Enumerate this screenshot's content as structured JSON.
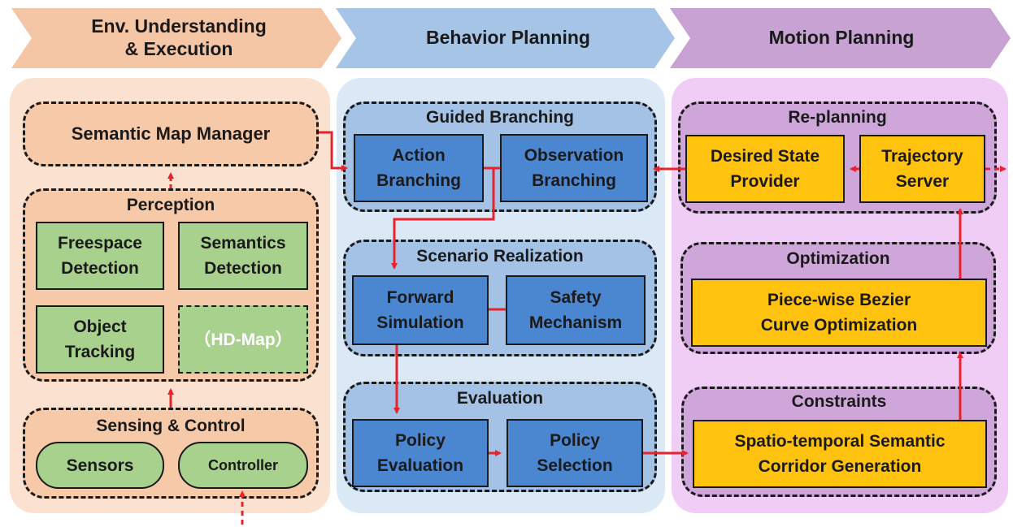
{
  "headers": {
    "env": "Env. Understanding\n& Execution",
    "behavior": "Behavior Planning",
    "motion": "Motion Planning"
  },
  "env": {
    "semantic_map_manager": "Semantic Map Manager",
    "perception": {
      "title": "Perception",
      "freespace": "Freespace\nDetection",
      "semantics": "Semantics\nDetection",
      "object_tracking": "Object\nTracking",
      "hd_map": "（HD-Map）"
    },
    "sensing_control": {
      "title": "Sensing & Control",
      "sensors": "Sensors",
      "controller": "Controller"
    }
  },
  "behavior": {
    "guided_branching": {
      "title": "Guided Branching",
      "action": "Action\nBranching",
      "observation": "Observation\nBranching"
    },
    "scenario_realization": {
      "title": "Scenario Realization",
      "forward": "Forward\nSimulation",
      "safety": "Safety\nMechanism"
    },
    "evaluation": {
      "title": "Evaluation",
      "policy_eval": "Policy\nEvaluation",
      "policy_select": "Policy\nSelection"
    }
  },
  "motion": {
    "replanning": {
      "title": "Re-planning",
      "desired": "Desired State\nProvider",
      "trajectory": "Trajectory\nServer"
    },
    "optimization": {
      "title": "Optimization",
      "bezier": "Piece-wise Bezier\nCurve Optimization"
    },
    "constraints": {
      "title": "Constraints",
      "corridor": "Spatio-temporal Semantic\nCorridor Generation"
    }
  },
  "colors": {
    "env_header": "#f4c6a6",
    "env_bg": "#fbe1cf",
    "env_group": "#f6caa9",
    "behavior_header": "#a6c5e6",
    "behavior_bg": "#dbe8f5",
    "behavior_group": "#a4c2e6",
    "motion_header": "#c8a2d2",
    "motion_bg": "#efcdf4",
    "motion_group": "#cfa6d9",
    "arrow": "#e8222b"
  }
}
